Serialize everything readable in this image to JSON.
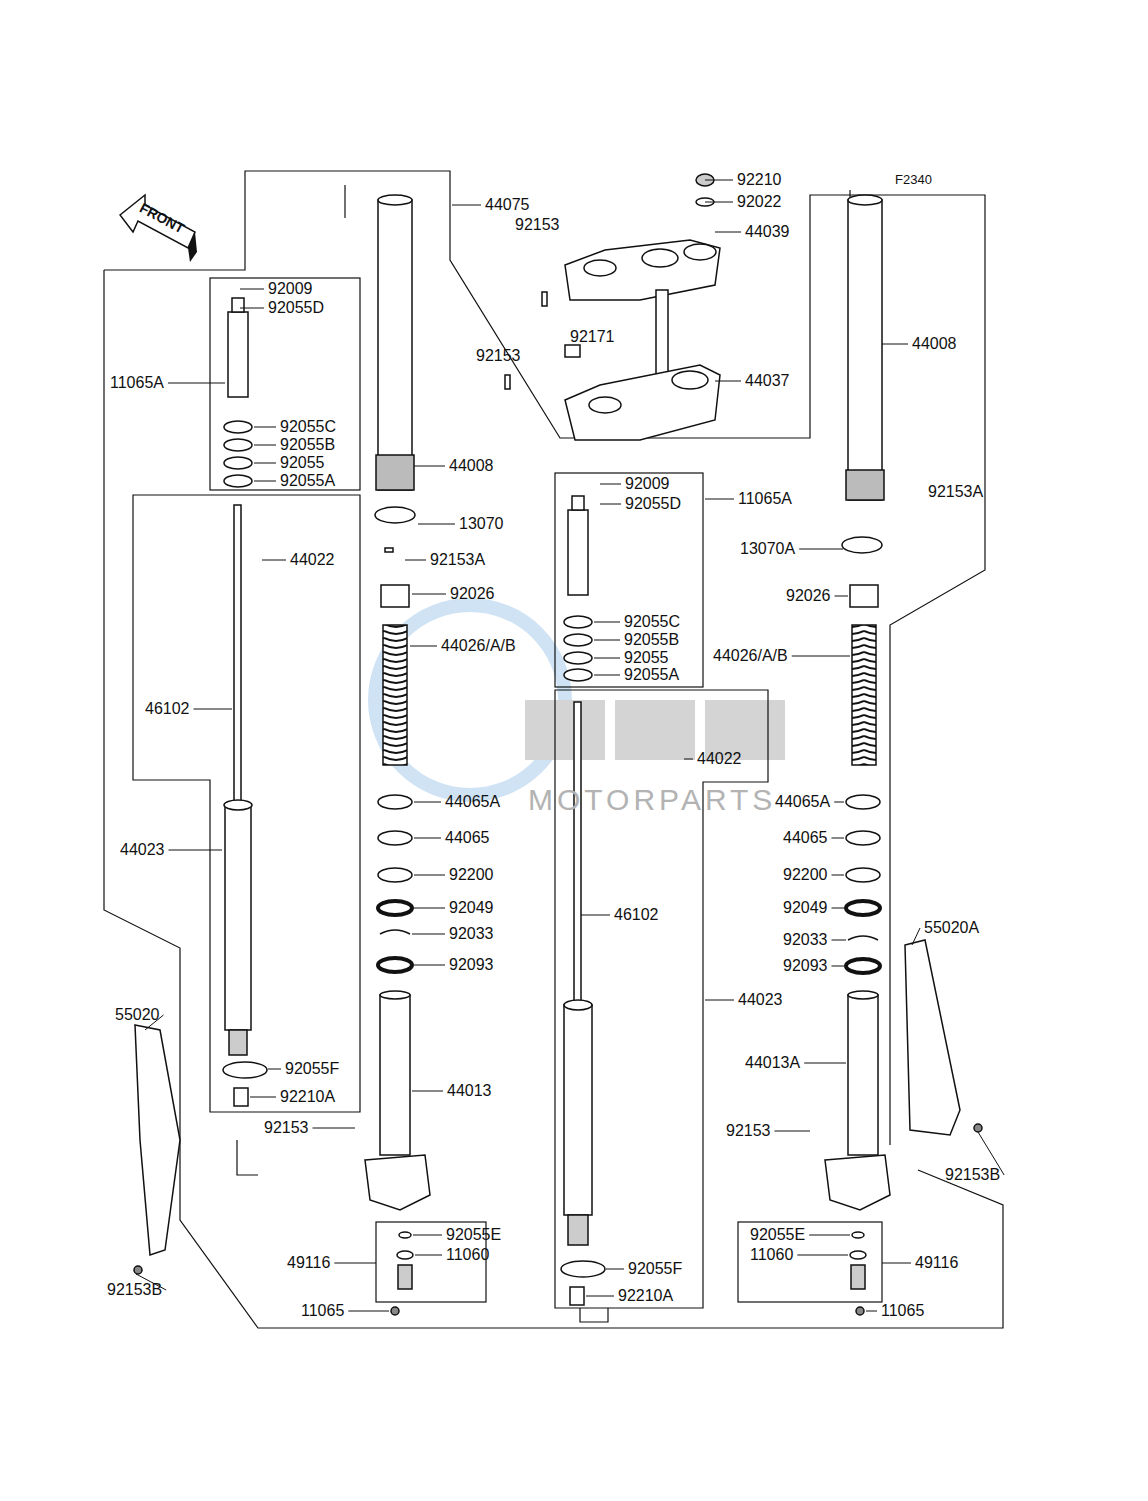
{
  "diagram": {
    "labels": [
      "F2340",
      "92210",
      "92022",
      "44075",
      "44039",
      "92153",
      "44008",
      "92009",
      "92055D",
      "92153",
      "92171",
      "11065A",
      "44037",
      "92055C",
      "92055B",
      "92055",
      "92055A",
      "44008",
      "92009",
      "92153A",
      "11065A",
      "92055D",
      "13070",
      "13070A",
      "92153A",
      "44022",
      "92026",
      "92026",
      "92055C",
      "92055B",
      "44026/A/B",
      "92055",
      "44026/A/B",
      "92055A",
      "46102",
      "44022",
      "MOTORPARTS",
      "44065A",
      "44065A",
      "44065",
      "44065",
      "44023",
      "92200",
      "92200",
      "92049",
      "92049",
      "46102",
      "55020A",
      "92033",
      "92033",
      "92093",
      "92093",
      "44023",
      "55020",
      "44013A",
      "92055F",
      "44013",
      "92210A",
      "92153",
      "92153",
      "92153B",
      "92055E",
      "92055E",
      "11060",
      "11060",
      "49116",
      "49116",
      "92055F",
      "92153B",
      "11065",
      "11065",
      "92210A",
      "FRONT"
    ]
  }
}
